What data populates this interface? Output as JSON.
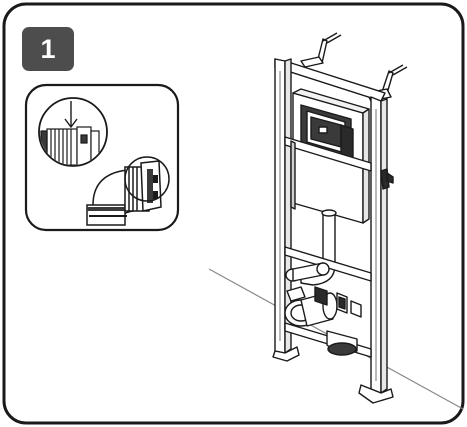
{
  "step": {
    "number": "1"
  },
  "colors": {
    "badge": "#4d4d4d",
    "line": "#1a1a1a",
    "floor_line": "#8a8a8a",
    "frame_fill": "#ffffff",
    "dark_detail": "#3a3a3a"
  },
  "icons": {
    "step_badge": "number-badge",
    "inset": "detail-magnifier-inset",
    "arrow": "down-arrow-icon",
    "frame": "wc-installation-frame"
  }
}
